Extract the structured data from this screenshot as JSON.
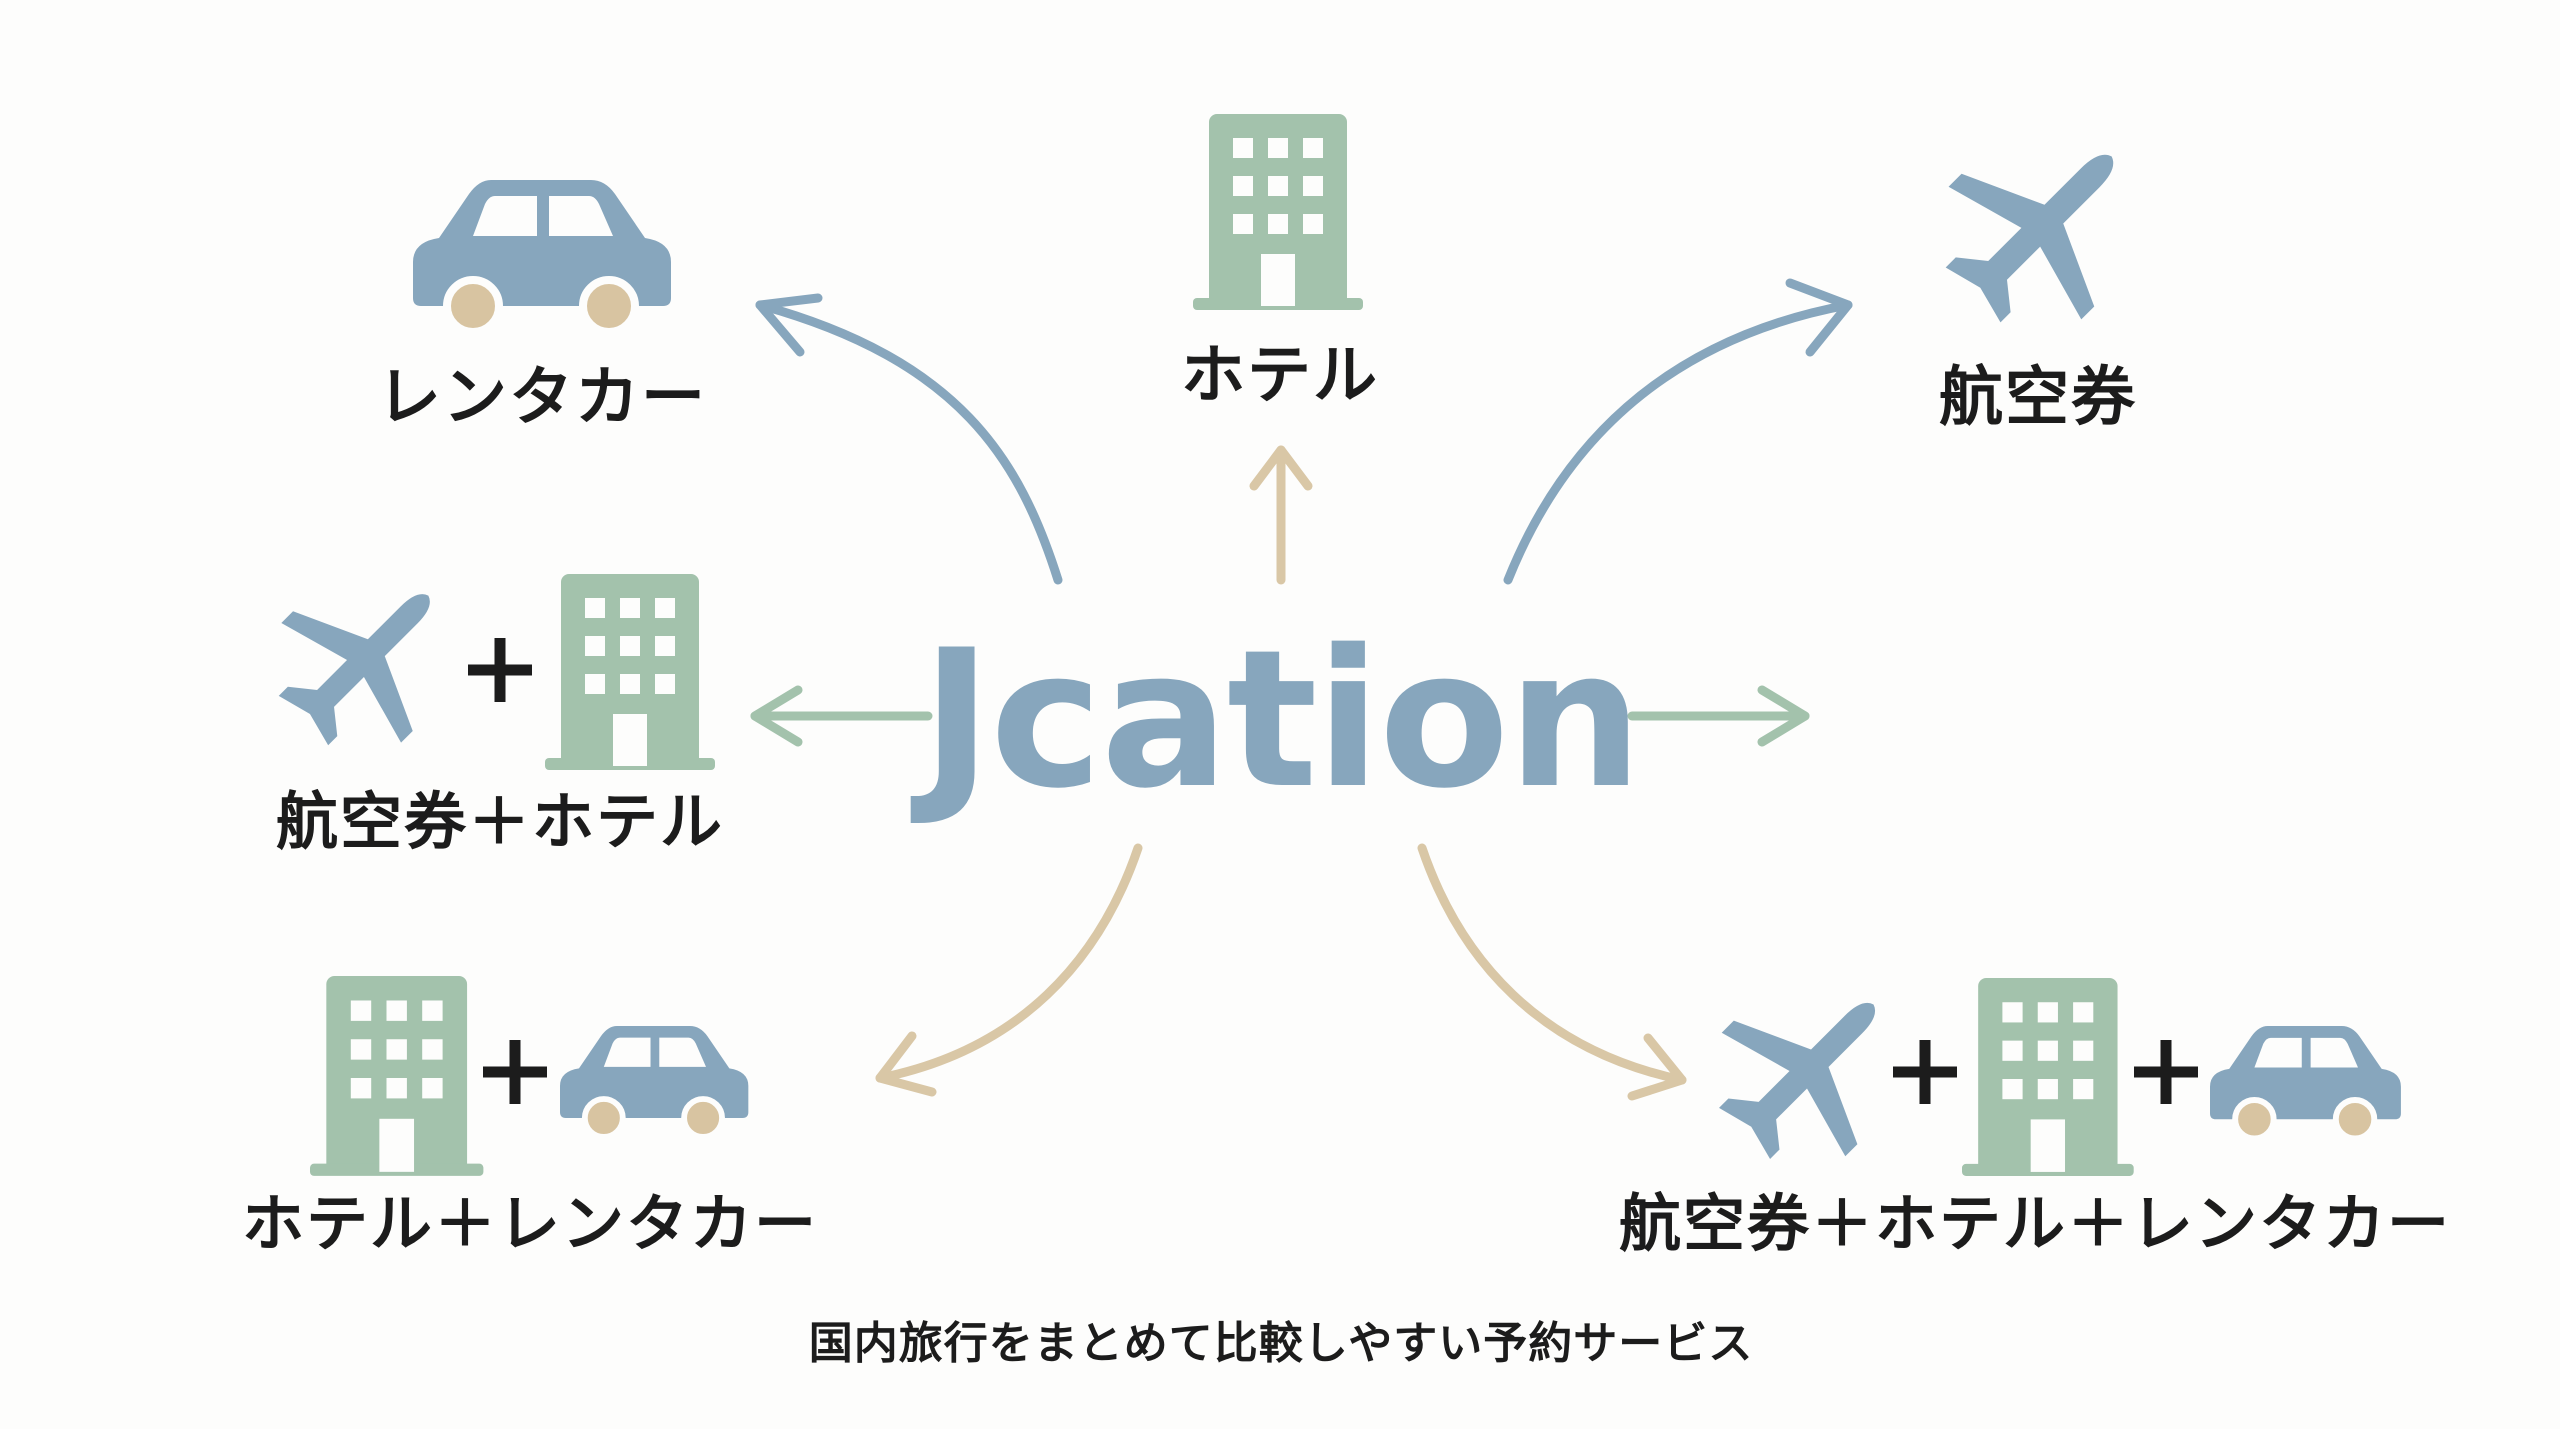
{
  "brand": {
    "name": "Jcation"
  },
  "tagline": "国内旅行をまとめて比較しやすい予約サービス",
  "options": {
    "rental_car": "レンタカー",
    "hotel": "ホテル",
    "air_ticket": "航空券",
    "air_hotel": "航空券＋ホテル",
    "hotel_car": "ホテル＋レンタカー",
    "air_hotel_car": "航空券＋ホテル＋レンタカー"
  },
  "icons": [
    "car-icon",
    "building-icon",
    "airplane-icon",
    "plus-icon"
  ],
  "colors": {
    "blue": "#87a6bd",
    "green": "#a3c2ac",
    "tan": "#d9c7a6",
    "wheel": "#d8c4a1",
    "text": "#1c1c1c",
    "background": "#fdfdfc"
  }
}
